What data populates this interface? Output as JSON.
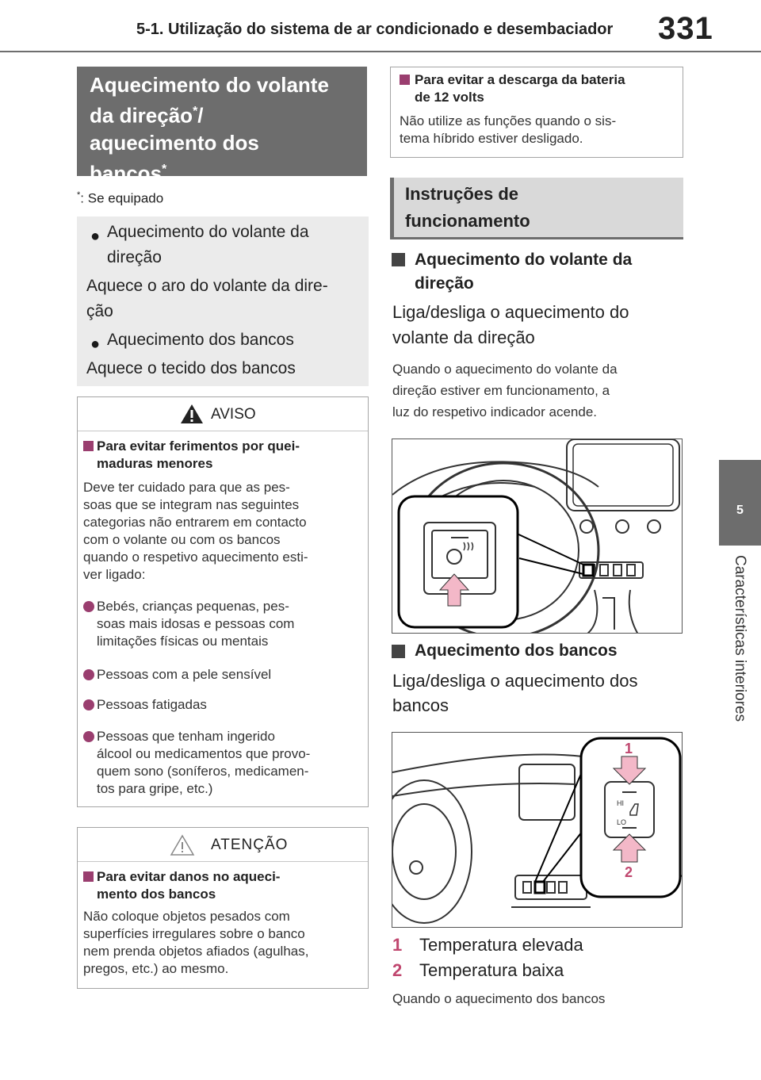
{
  "header": {
    "title": "5-1. Utilização do sistema de ar condicionado e desembaciador",
    "page_number": "331"
  },
  "side_tab": {
    "chapter": "5",
    "label": "Características interiores"
  },
  "title_box": {
    "line1": "Aquecimento do volante",
    "line2a": "da direção",
    "line2b": "/",
    "line3": "aquecimento dos",
    "line4": "bancos",
    "star": "*"
  },
  "footnote": {
    "star": "*",
    "text": ": Se equipado"
  },
  "summary": {
    "item1": "Aquecimento do volante da",
    "item1b": "direção",
    "desc1a": "Aquece o aro do volante da dire-",
    "desc1b": "ção",
    "item2": "Aquecimento dos bancos",
    "desc2": "Aquece o tecido dos bancos"
  },
  "warning": {
    "label": "AVISO",
    "heading1": "Para evitar ferimentos por quei-",
    "heading2": "maduras menores",
    "text": [
      "Deve ter cuidado para que as pes-",
      "soas que se integram nas seguintes",
      "categorias não entrarem em contacto",
      "com o volante ou com os bancos",
      "quando o respetivo aquecimento esti-",
      "ver ligado:"
    ],
    "bullets": [
      [
        "Bebés, crianças pequenas, pes-",
        "soas mais idosas e pessoas com",
        "limitações físicas ou mentais"
      ],
      [
        "Pessoas com a pele sensível"
      ],
      [
        "Pessoas fatigadas"
      ],
      [
        "Pessoas que tenham ingerido",
        "álcool ou medicamentos que provo-",
        "quem sono (soníferos, medicamen-",
        "tos para gripe, etc.)"
      ]
    ]
  },
  "caution": {
    "label": "ATENÇÃO",
    "heading1": "Para evitar danos no aqueci-",
    "heading2": "mento dos bancos",
    "text": [
      "Não coloque objetos pesados com",
      "superfícies irregulares sobre o banco",
      "nem prenda objetos afiados (agulhas,",
      "pregos, etc.) ao mesmo."
    ]
  },
  "battery": {
    "heading1": "Para evitar a descarga da bateria",
    "heading2": "de 12 volts",
    "text1": "Não utilize as funções quando o sis-",
    "text2": "tema híbrido estiver desligado."
  },
  "instructions": {
    "title1": "Instruções de",
    "title2": "funcionamento",
    "sec1_title1": "Aquecimento do volante da",
    "sec1_title2": "direção",
    "sec1_p1a": "Liga/desliga o aquecimento do",
    "sec1_p1b": "volante da direção",
    "sec1_p2a": "Quando o aquecimento do volante da",
    "sec1_p2b": "direção estiver em funcionamento, a",
    "sec1_p2c": "luz do respetivo indicador acende.",
    "sec2_title": "Aquecimento dos bancos",
    "sec2_p1a": "Liga/desliga o aquecimento dos",
    "sec2_p1b": "bancos",
    "legend1_num": "1",
    "legend1_text": "Temperatura elevada",
    "legend2_num": "2",
    "legend2_text": "Temperatura baixa",
    "sec2_p2": "Quando o aquecimento dos bancos"
  },
  "figure2": {
    "hi": "HI",
    "lo": "LO",
    "callout1": "1",
    "callout2": "2"
  },
  "colors": {
    "accent": "#9a3e6f",
    "pink_arrow": "#f3b8c8",
    "callout": "#c0476f",
    "dark_gray": "#6d6d6d"
  }
}
